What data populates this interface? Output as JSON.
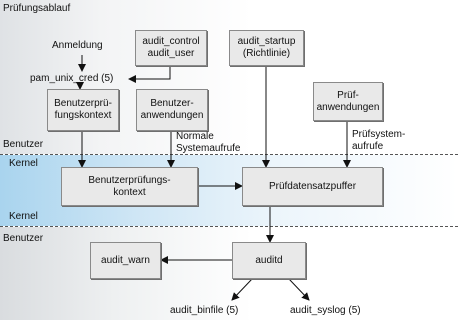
{
  "zones": {
    "top": "Prüfungsablauf",
    "user_upper": "Benutzer",
    "kernel_upper": "Kernel",
    "kernel_lower": "Kernel",
    "user_lower": "Benutzer"
  },
  "boxes": {
    "audit_control": "audit_control\naudit_user",
    "audit_startup": "audit_startup\n(Richtlinie)",
    "auth_context_user": "Benutzerprü-\nfungskontext",
    "user_apps": "Benutzer-\nanwendungen",
    "audit_apps": "Prüf-\nanwendungen",
    "auth_context_kernel": "Benutzerprüfungs-\nkontext",
    "audit_buffer": "Prüfdatensatzpuffer",
    "audit_warn": "audit_warn",
    "auditd": "auditd"
  },
  "labels": {
    "anmeldung": "Anmeldung",
    "pam": "pam_unix_cred (5)",
    "normal_syscalls": "Normale\nSystemaufrufe",
    "audit_syscalls": "Prüfsystem-\naufrufe",
    "binfile": "audit_binfile (5)",
    "syslog": "audit_syslog (5)"
  }
}
